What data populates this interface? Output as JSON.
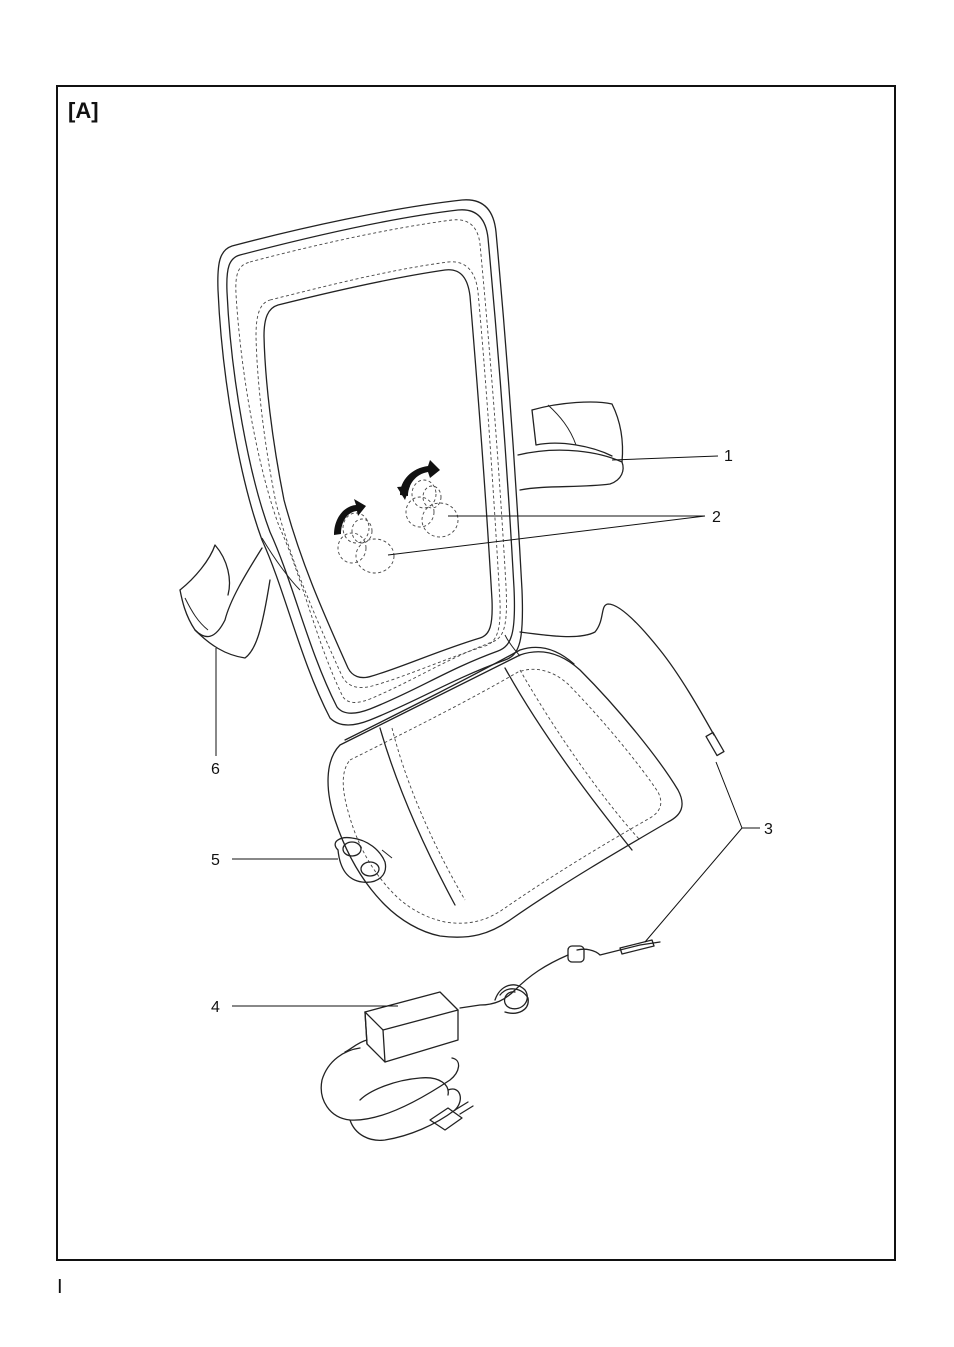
{
  "figure": {
    "label": "[A]",
    "page_number": "I"
  },
  "callouts": [
    {
      "number": "1",
      "part": "strap"
    },
    {
      "number": "2",
      "part": "massage heads"
    },
    {
      "number": "3",
      "part": "connector cable"
    },
    {
      "number": "4",
      "part": "power adapter"
    },
    {
      "number": "5",
      "part": "control switch"
    },
    {
      "number": "6",
      "part": "strap"
    }
  ]
}
